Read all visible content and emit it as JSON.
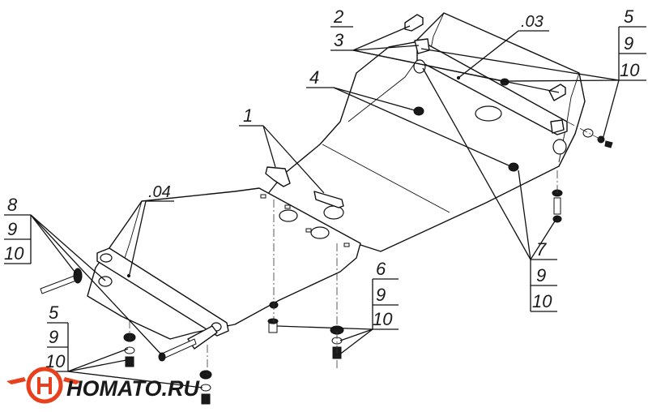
{
  "callouts": {
    "c2": "2",
    "c3": "3",
    "c03": ".03",
    "c5a": "5",
    "c9a": "9",
    "c10a": "10",
    "c4": "4",
    "c1": "1",
    "c04": ".04",
    "c8": "8",
    "c9b": "9",
    "c10b": "10",
    "c6": "6",
    "c9c": "9",
    "c10c": "10",
    "c7": "7",
    "c9d": "9",
    "c10d": "10",
    "c5b": "5",
    "c9e": "9",
    "c10e": "10"
  },
  "logo": {
    "text": "HOMATO.RU",
    "brand_color": "#e8401c"
  }
}
